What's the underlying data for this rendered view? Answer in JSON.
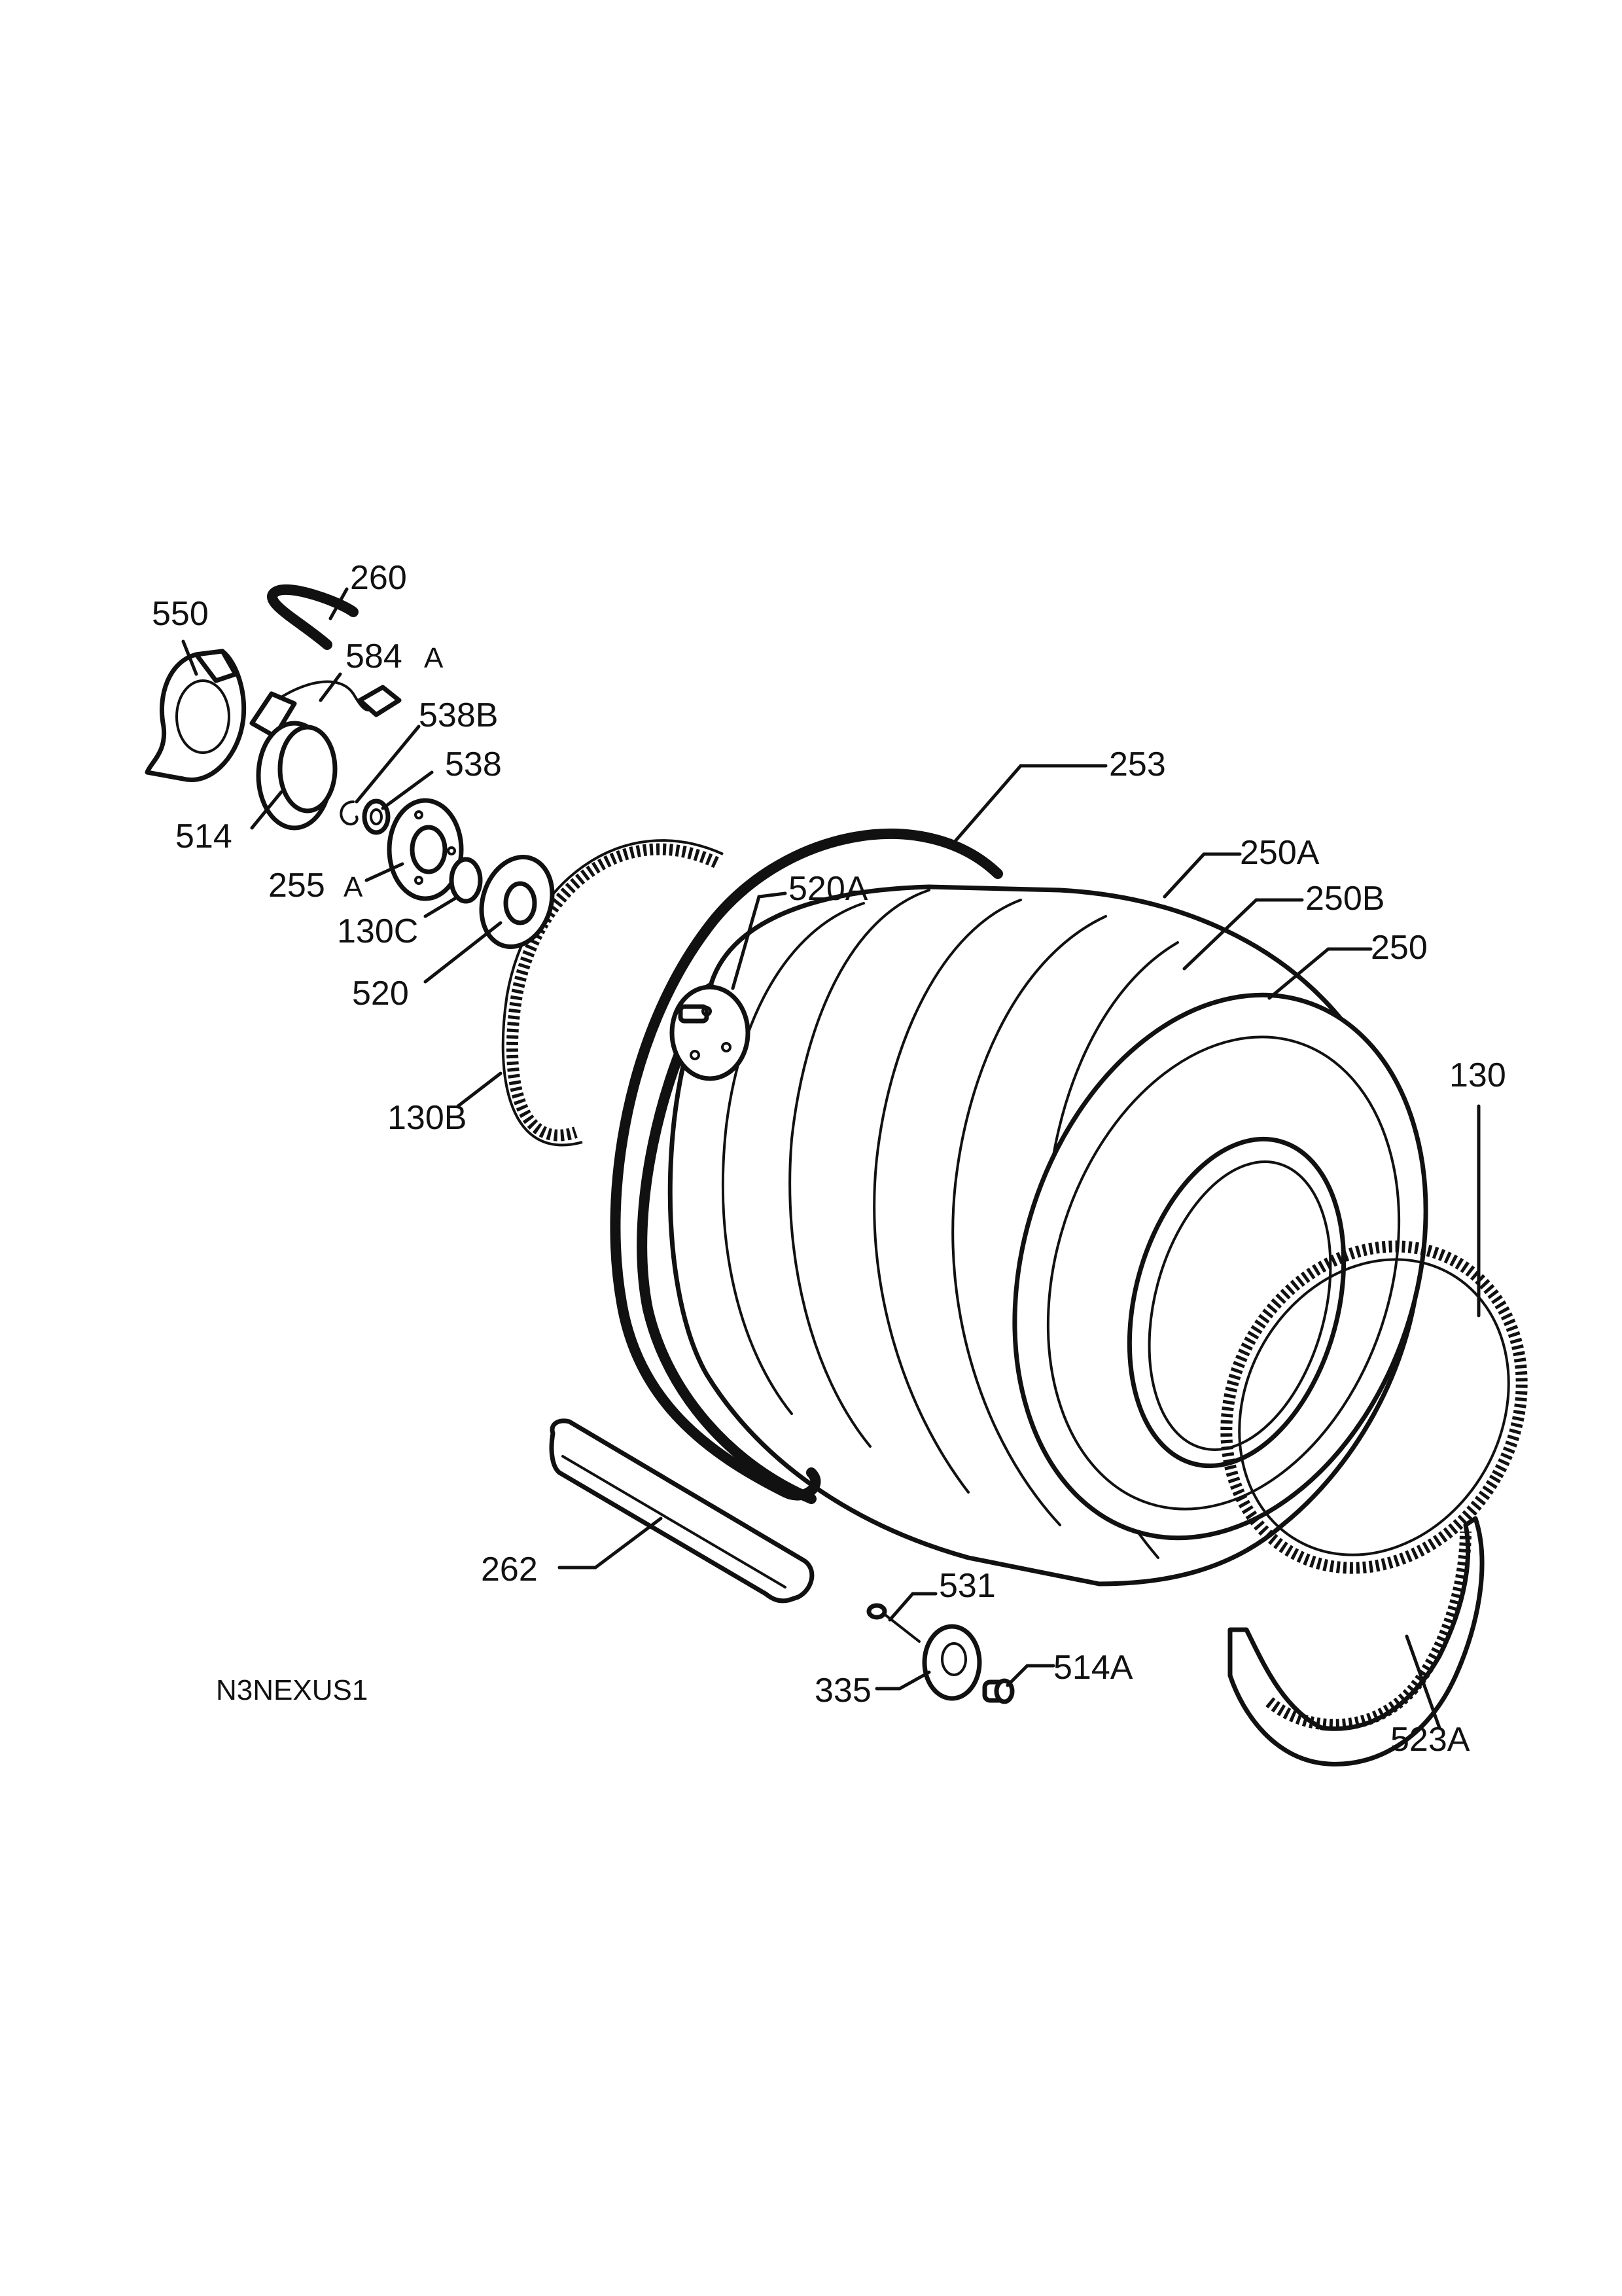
{
  "diagram_code": "N3NEXUS1",
  "callouts": {
    "c260": "260",
    "c550": "550",
    "c584a": "584",
    "c584a_suffix": "A",
    "c538b": "538B",
    "c538": "538",
    "c514": "514",
    "c255a": "255",
    "c255a_suffix": "A",
    "c130c": "130C",
    "c520": "520",
    "c130b": "130B",
    "c253": "253",
    "c520a": "520A",
    "c250a": "250A",
    "c250b": "250B",
    "c250": "250",
    "c130": "130",
    "c262": "262",
    "c531": "531",
    "c514a": "514A",
    "c335": "335",
    "c523a": "523A"
  }
}
